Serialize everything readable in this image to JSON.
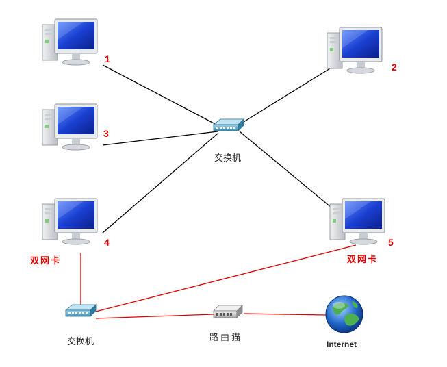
{
  "computers": [
    {
      "number": "1"
    },
    {
      "number": "2"
    },
    {
      "number": "3"
    },
    {
      "number": "4",
      "note": "双网卡"
    },
    {
      "number": "5",
      "note": "双网卡"
    }
  ],
  "devices": {
    "switch_top": {
      "label": "交换机"
    },
    "switch_bottom": {
      "label": "交换机"
    },
    "modem": {
      "label": "路由猫"
    },
    "internet": {
      "label": "Internet"
    }
  },
  "colors": {
    "black_link": "#000000",
    "red_link": "#e00000",
    "label_red": "#e00000",
    "monitor_screen": "#1a3fd0"
  },
  "icons": {
    "computer": "computer-icon",
    "switch": "switch-icon",
    "modem": "modem-icon",
    "internet": "globe-icon"
  }
}
